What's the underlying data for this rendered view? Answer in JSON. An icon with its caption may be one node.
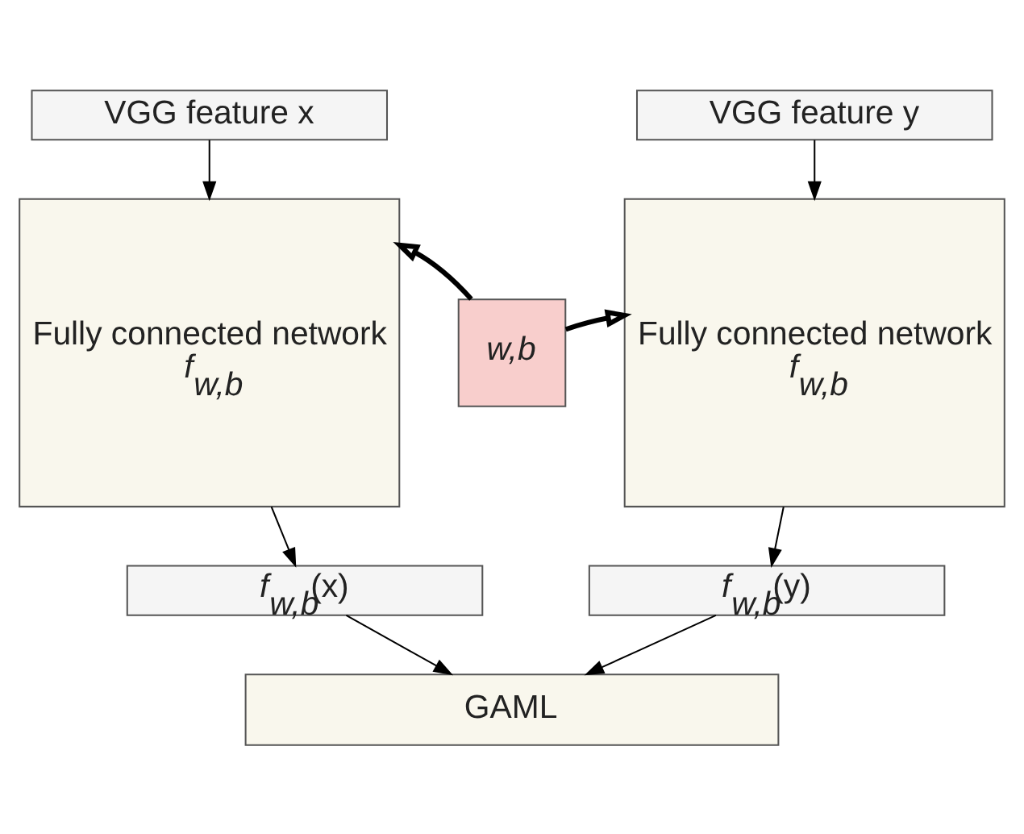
{
  "diagram": {
    "nodes": [
      {
        "text": [
          "VGG feature x"
        ]
      },
      {
        "text": [
          "VGG feature y"
        ]
      },
      {
        "text": [
          "Fully connected network",
          "f$_{w,b}$"
        ]
      },
      {
        "text": [
          "w,b"
        ]
      },
      {
        "text": [
          "Fully connected network",
          "f$_{w,b}$"
        ]
      },
      {
        "text": [
          "*f*$_{w,b}$(x)"
        ]
      },
      {
        "text": [
          "*f*$_{w,b}$(y)"
        ]
      },
      {
        "text": [
          "GAML"
        ]
      }
    ],
    "edges": [
      {
        "from": 0,
        "to": 2,
        "arrow": "to"
      },
      {
        "from": 1,
        "to": 4,
        "arrow": "to"
      },
      {
        "from": 3,
        "to": 2,
        "arrow": "to",
        "style": "thick"
      },
      {
        "from": 3,
        "to": 4,
        "arrow": "to",
        "style": "thick"
      },
      {
        "from": 2,
        "to": 5,
        "arrow": "to"
      },
      {
        "from": 4,
        "to": 6,
        "arrow": "to"
      },
      {
        "from": 5,
        "to": 7,
        "arrow": "to"
      },
      {
        "from": 6,
        "to": 7,
        "arrow": "to"
      }
    ]
  }
}
